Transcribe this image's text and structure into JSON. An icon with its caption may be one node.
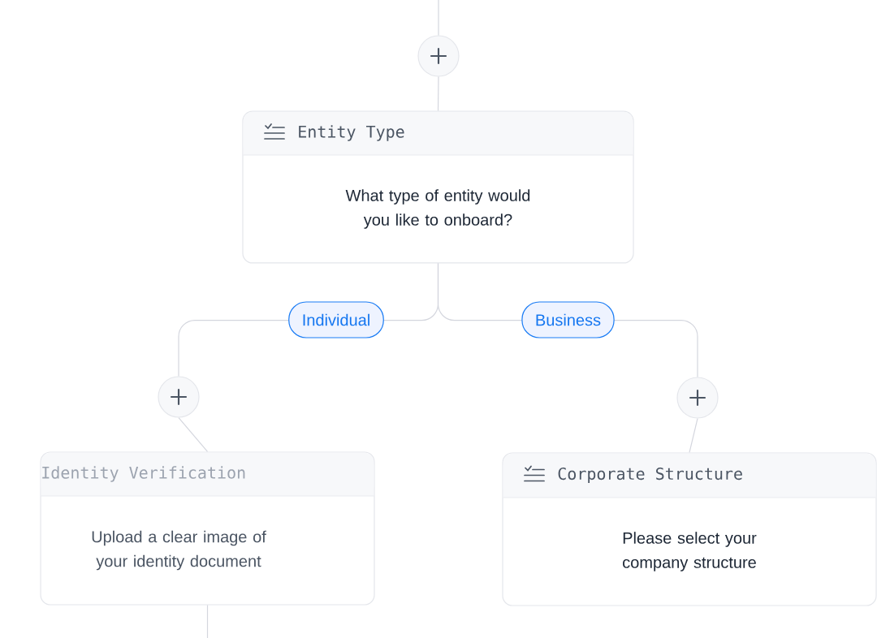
{
  "diagram": {
    "nodes": [
      {
        "text": [],
        "shape": "circle"
      },
      {
        "text": [
          "Entity Type",
          "What type of entity would you like to onboard?"
        ]
      },
      {
        "text": [],
        "shape": "circle"
      },
      {
        "text": [],
        "shape": "circle"
      },
      {
        "text": [
          "Identity Verification",
          "Upload a clear image of your identity document"
        ]
      },
      {
        "text": [
          "Corporate Structure",
          "Please select your company structure"
        ]
      }
    ],
    "edges": [
      {
        "from": null,
        "to": 0,
        "arrow": "none"
      },
      {
        "from": 0,
        "to": 1,
        "arrow": "none"
      },
      {
        "from": 1,
        "to": 2,
        "arrow": "none",
        "label": "Individual"
      },
      {
        "from": 1,
        "to": 3,
        "arrow": "none",
        "label": "Business"
      },
      {
        "from": 2,
        "to": 4,
        "arrow": "none"
      },
      {
        "from": 3,
        "to": 5,
        "arrow": "none"
      },
      {
        "from": 4,
        "to": null,
        "arrow": "none"
      }
    ]
  }
}
